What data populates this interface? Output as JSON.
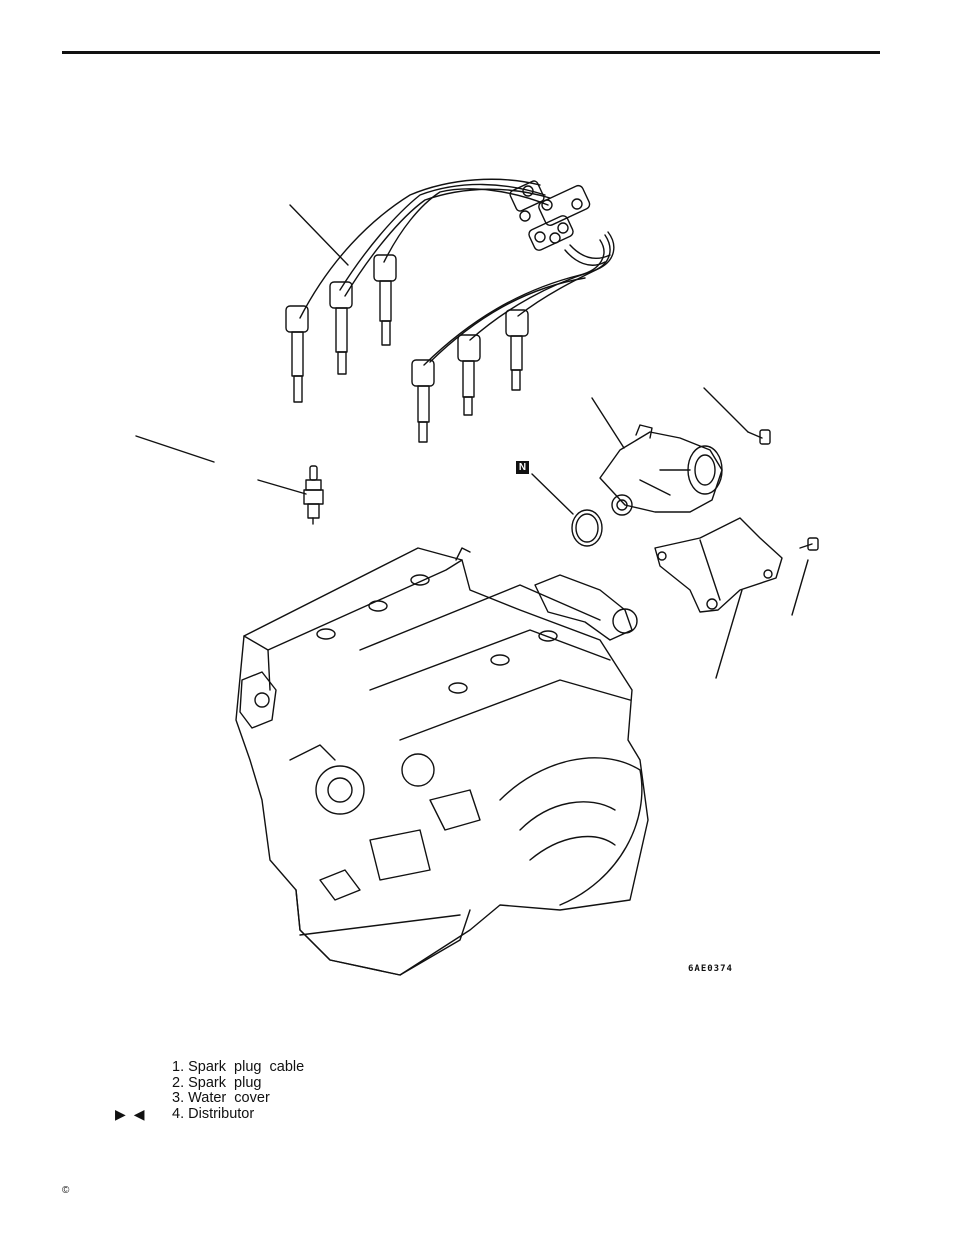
{
  "figure": {
    "code": "6AE0374",
    "n_marker": "N"
  },
  "legend": {
    "items": [
      "1. Spark  plug  cable",
      "2. Spark  plug",
      "3. Water  cover",
      "4. Distributor"
    ],
    "arrow_marks": "▶◀"
  },
  "footer": {
    "copyright": "©"
  }
}
